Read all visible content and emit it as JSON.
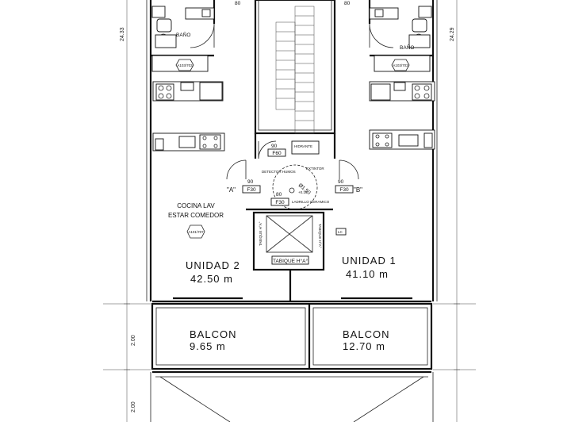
{
  "units": {
    "unit2": {
      "title": "UNIDAD  2",
      "area": "42.50  m"
    },
    "unit1": {
      "title": "UNIDAD  1",
      "area": "41.10  m"
    }
  },
  "balconies": {
    "left": {
      "title": "BALCON",
      "area": "9.65  m"
    },
    "right": {
      "title": "BALCON",
      "area": "12.70  m"
    }
  },
  "rooms": {
    "bano_left": "BAÑO",
    "bano_right": "BAÑO",
    "cocina": "COCINA LAV",
    "estar": "ESTAR COMEDOR"
  },
  "tags": {
    "left_bath": "A103/703",
    "right_bath": "A103/703",
    "living": "A101/707"
  },
  "core": {
    "door_a": "\"A\"",
    "door_b": "\"B\"",
    "f30_left": "F30",
    "f30_right": "F30",
    "f30_center": "F30",
    "f60": "F60",
    "d90_f60": "90",
    "d90_left": "90",
    "d90_right": "90",
    "d80_center": "80",
    "d80_top_left": "80",
    "d80_top_right": "80",
    "detector": "DETECTOR HUMOS",
    "extintor": "EXTINTOR",
    "hidrante": "HIDRANTE",
    "level": "+0.16",
    "circle_level": "Ø1.50",
    "ladrillo": "LADRILLO CERAMICO",
    "tabique_h": "TABIQUE H°A°",
    "tabique_v_left": "TABIQUE H°A°",
    "tabique_v_right": "TABIQUE H°A°",
    "lc": "LC"
  },
  "dimensions": {
    "left_height": "24.33",
    "right_height": "24.29",
    "balcony_depth": "2.00",
    "bottom_depth": "2.00"
  }
}
